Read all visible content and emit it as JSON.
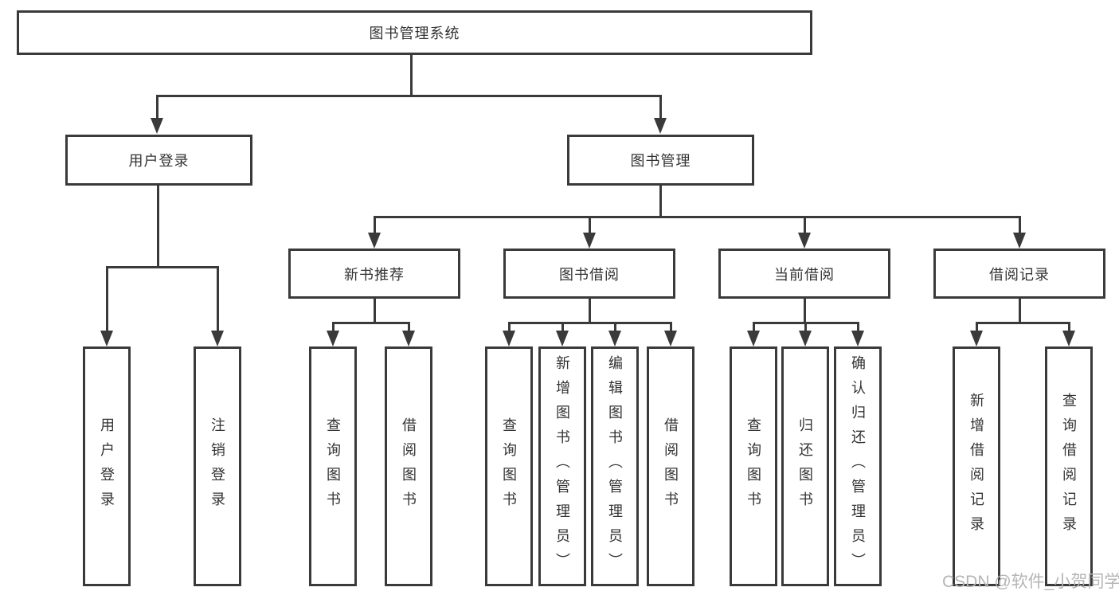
{
  "diagram": {
    "title": "图书管理系统",
    "watermark": "CSDN @软件_小贺同学",
    "line_color": "#3a3a3a",
    "background_color": "#ffffff",
    "tree": {
      "root": {
        "label": "图书管理系统"
      },
      "branches": [
        {
          "label": "用户登录",
          "children": [
            {
              "label": "用户登录"
            },
            {
              "label": "注销登录"
            }
          ]
        },
        {
          "label": "图书管理",
          "children": [
            {
              "label": "新书推荐",
              "children": [
                {
                  "label": "查询图书"
                },
                {
                  "label": "借阅图书"
                }
              ]
            },
            {
              "label": "图书借阅",
              "children": [
                {
                  "label": "查询图书"
                },
                {
                  "label": "新增图书（管理员）"
                },
                {
                  "label": "编辑图书（管理员）"
                },
                {
                  "label": "借阅图书"
                }
              ]
            },
            {
              "label": "当前借阅",
              "children": [
                {
                  "label": "查询图书"
                },
                {
                  "label": "归还图书"
                },
                {
                  "label": "确认归还（管理员）"
                }
              ]
            },
            {
              "label": "借阅记录",
              "children": [
                {
                  "label": "新增借阅记录"
                },
                {
                  "label": "查询借阅记录"
                }
              ]
            }
          ]
        }
      ]
    }
  }
}
